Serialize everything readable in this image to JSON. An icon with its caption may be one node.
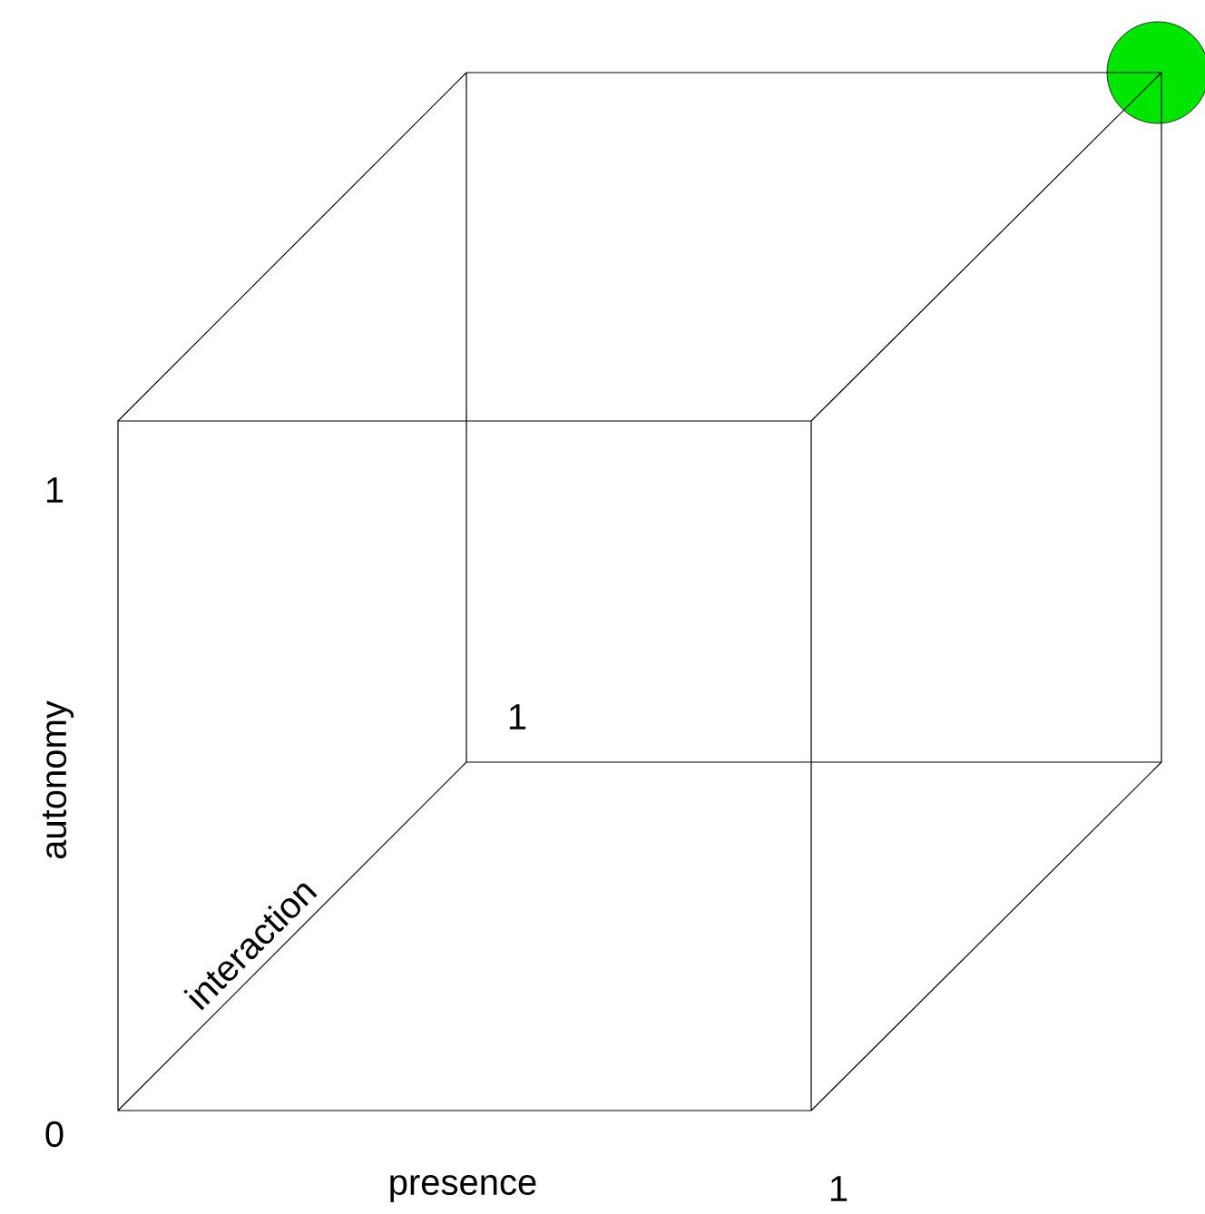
{
  "diagram": {
    "nodes": [
      {
        "text": [],
        "shape": "circle"
      }
    ],
    "labels": [
      "1",
      "autonomy",
      "1",
      "interaction",
      "0",
      "presence",
      "1"
    ]
  }
}
